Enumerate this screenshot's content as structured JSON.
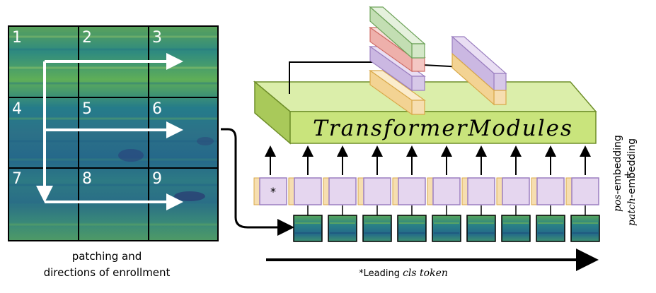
{
  "patch_numbers": [
    "1",
    "2",
    "3",
    "4",
    "5",
    "6",
    "7",
    "8",
    "9"
  ],
  "caption": {
    "line1": "patching and",
    "line2": "directions of enrollment"
  },
  "transformer_label": "TransformerModules",
  "cls_marker": "*",
  "side_label": {
    "pos_italic": "pos",
    "pos_rest": "-embedding",
    "plus": "+",
    "patch_italic": "patch",
    "patch_rest": "-embedding"
  },
  "footnote": {
    "prefix": "*Leading ",
    "italic": "cls token"
  },
  "colors": {
    "transformer_fill": "#c9e47c",
    "transformer_side": "#9fc24a",
    "token_fill": "#e5d6ef",
    "token_border": "#9b7fc0",
    "cls_accent": "#f0d27c",
    "stack_green": "#d4e8c8",
    "stack_red": "#f4c7c3",
    "stack_purple": "#d7c8e8",
    "stack_yellow": "#f6deb0",
    "patch_dark": "#1a3f6e",
    "patch_mid": "#2f7a8c",
    "patch_light": "#7fbf4e"
  }
}
